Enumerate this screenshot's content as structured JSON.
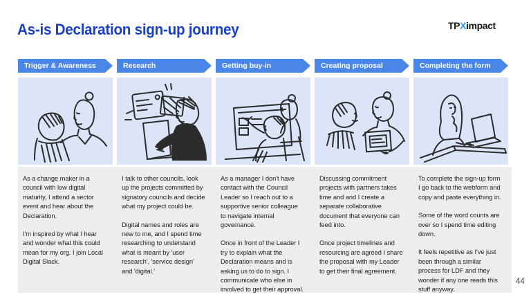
{
  "header": {
    "title": "As-is Declaration sign-up journey",
    "logo": {
      "tp": "TP",
      "x": "X",
      "impact": "impact"
    }
  },
  "footer": {
    "page_number": "44"
  },
  "journey": {
    "stages": [
      {
        "label": "Trigger & Awareness",
        "illustration": "two-colleagues-talking",
        "paragraphs": [
          "As a change maker in a council with low digital maturity, I attend a sector event and hear about the Declaration.",
          "I'm inspired by what I hear and wonder what this could mean for my org. I join Local Digital Slack."
        ]
      },
      {
        "label": "Research",
        "illustration": "person-researching-on-laptop",
        "paragraphs": [
          "I talk to other councils, look up the projects committed by signatory councils and decide what my project could be.",
          "Digital names and roles are new to me, and I spend time researching to understand what is meant by 'user research', 'service design' and 'digital.'"
        ]
      },
      {
        "label": "Getting buy-in",
        "illustration": "two-people-reviewing-screen",
        "paragraphs": [
          "As a manager I don't have contact with the Council Leader so I reach out to a supportive senior colleague to navigate internal governance.",
          "Once in front of the Leader I try to explain what the Declaration means and is asking us to do to sign. I communicate who else in involved to get their approval."
        ]
      },
      {
        "label": "Creating proposal",
        "illustration": "two-people-discussing-document",
        "paragraphs": [
          "Discussing commitment projects with partners takes time and and I create a separate collaborative document that everyone can feed into.",
          "Once project timelines and resourcing are agreed I share the proposal with my Leader to get their final agreement."
        ]
      },
      {
        "label": "Completing the form",
        "illustration": "person-at-desk-with-laptop",
        "paragraphs": [
          "To complete the sign-up form I go back to the webform and copy and paste everything in.",
          "Some of the word counts are over so I spend time editing down.",
          "It feels repetitive as I've just been through a similar process for LDF and they wonder if any one reads this stuff anyway."
        ]
      }
    ]
  },
  "colors": {
    "title_blue": "#1a3fc4",
    "banner_blue": "#4a86e8",
    "illustration_bg": "#dce5f8",
    "panel_gray": "#ededed",
    "logo_x_blue": "#2e9ff0"
  }
}
